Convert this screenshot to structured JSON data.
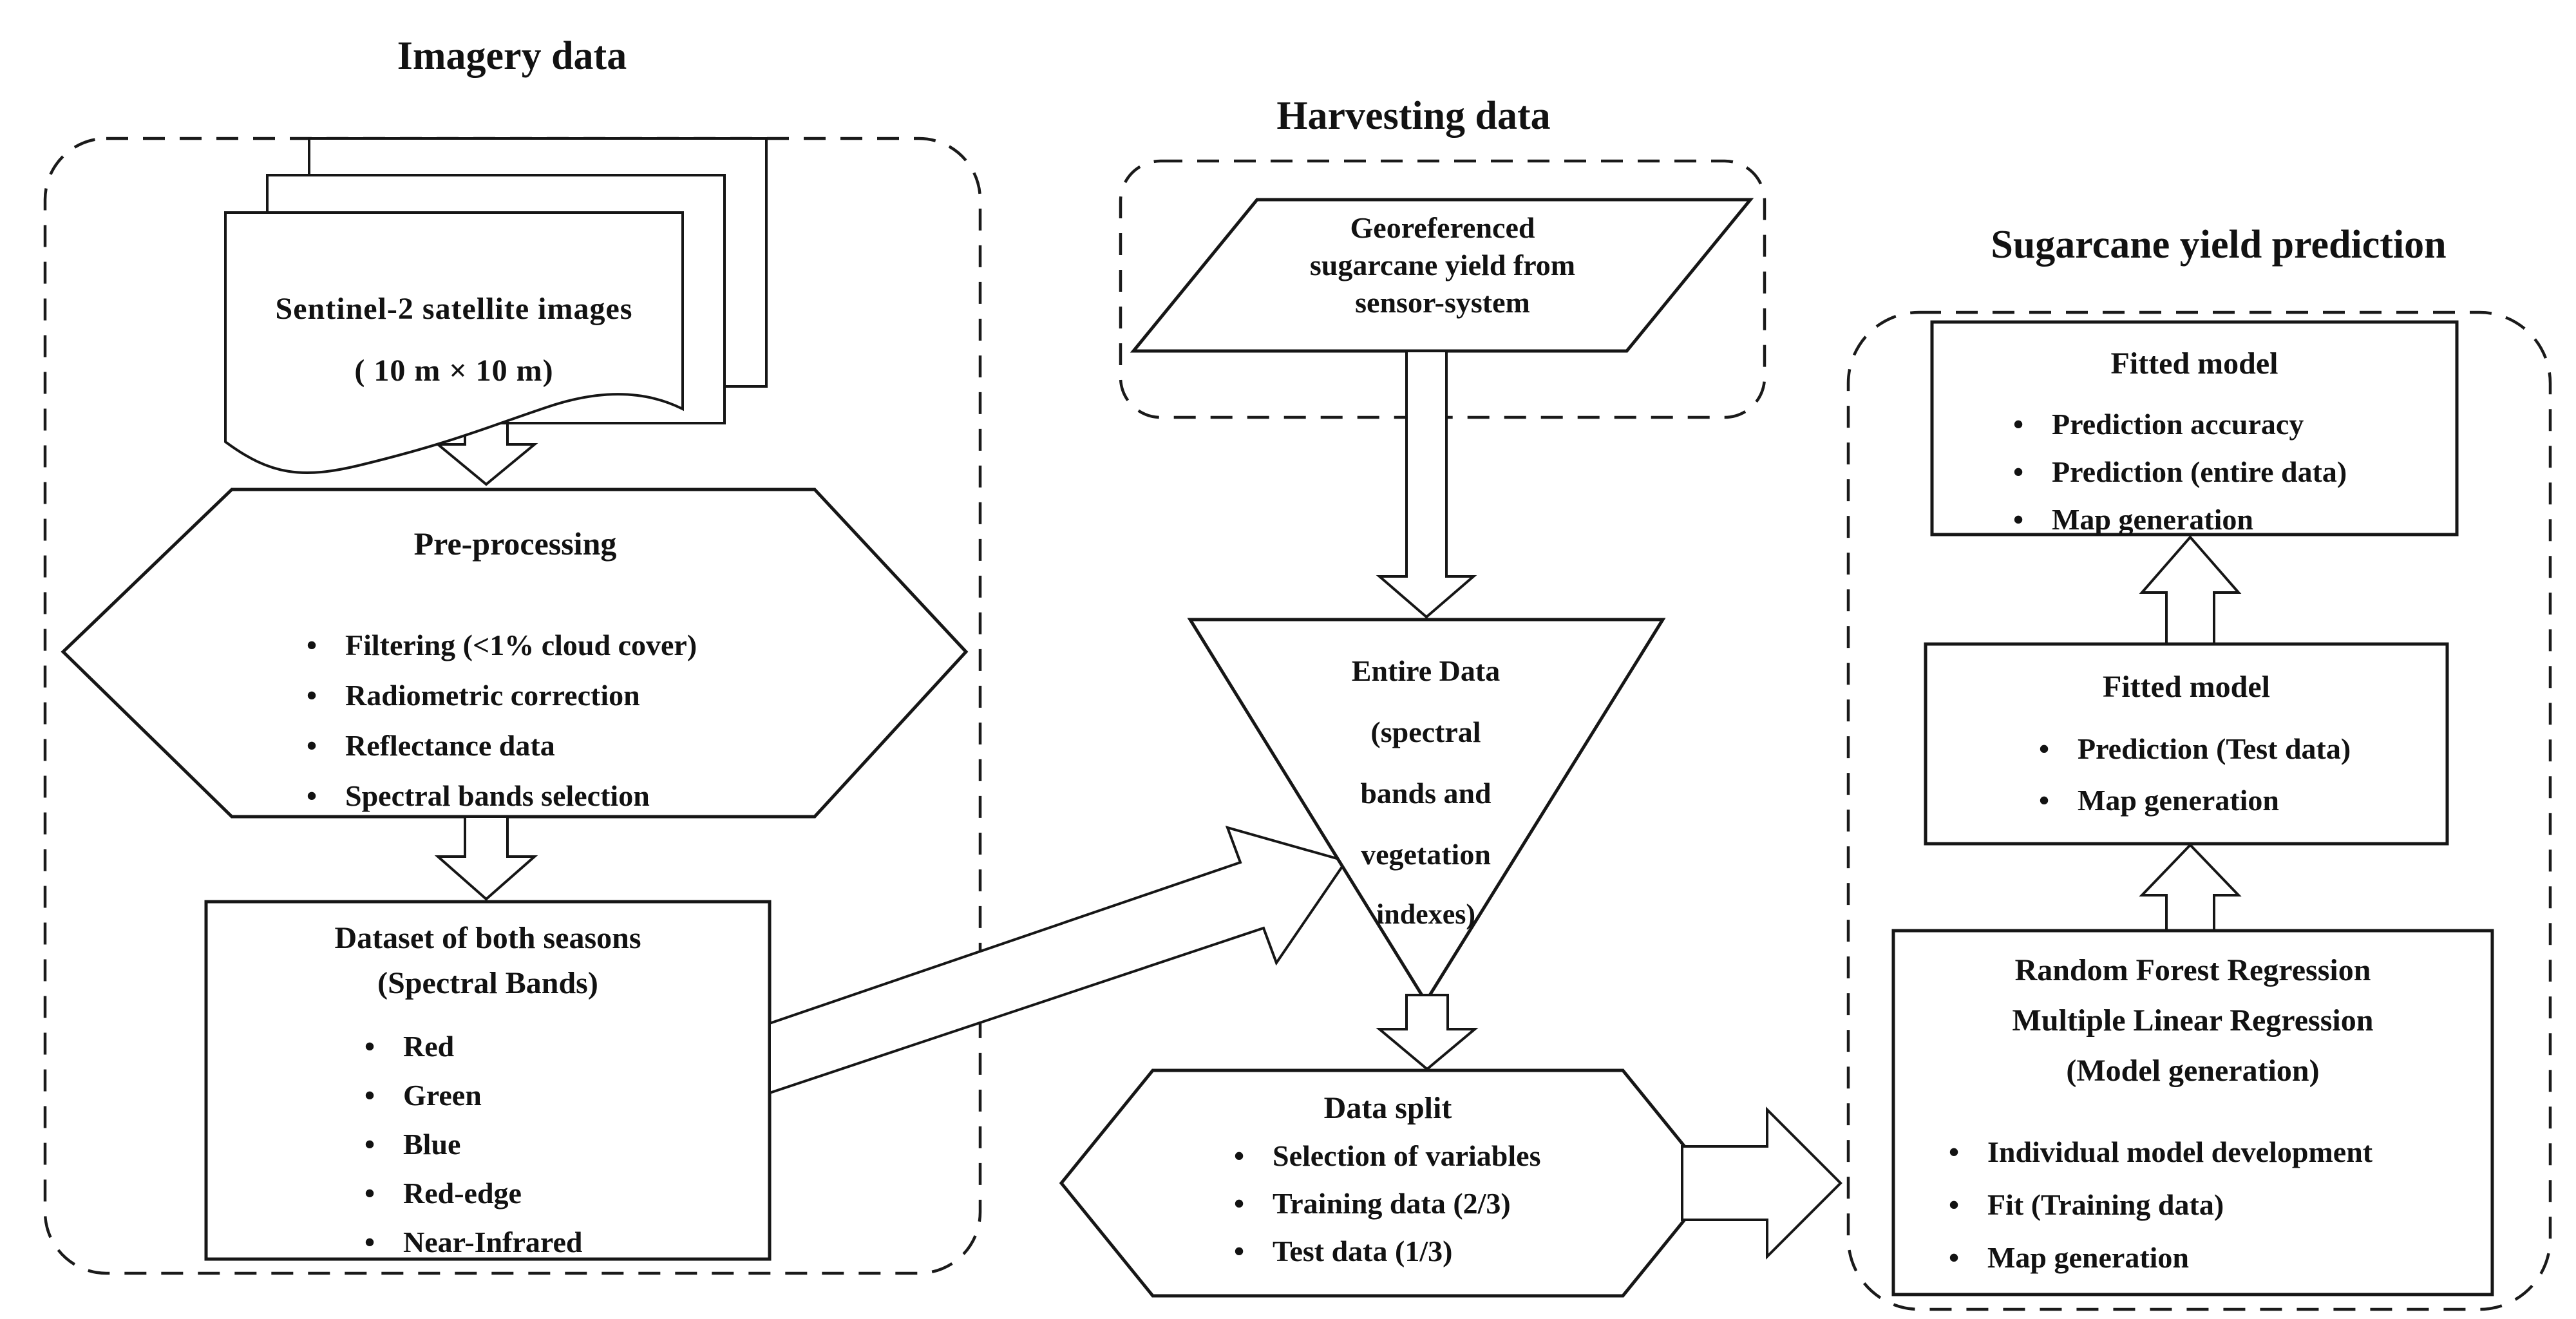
{
  "colors": {
    "ink": "#121212",
    "background": "#ffffff"
  },
  "sections": {
    "imagery_title": "Imagery data",
    "harvesting_title": "Harvesting data",
    "prediction_title": "Sugarcane yield prediction"
  },
  "satellite": {
    "line1": "Sentinel-2 satellite images",
    "line2": "( 10 m × 10 m)"
  },
  "preprocessing": {
    "title": "Pre-processing",
    "bullets": [
      "Filtering (<1% cloud cover)",
      "Radiometric correction",
      "Reflectance data",
      "Spectral bands selection"
    ]
  },
  "dataset": {
    "title": "Dataset of both seasons",
    "subtitle": "(Spectral Bands)",
    "bullets": [
      "Red",
      "Green",
      "Blue",
      "Red-edge",
      "Near-Infrared"
    ]
  },
  "harvest_io": {
    "line1": "Georeferenced",
    "line2": "sugarcane yield from",
    "line3": "sensor-system"
  },
  "entire_data": {
    "line1": "Entire Data",
    "line2": "(spectral",
    "line3": "bands and",
    "line4": "vegetation",
    "line5": "indexes)"
  },
  "data_split": {
    "title": "Data split",
    "bullets": [
      "Selection of variables",
      "Training data (2/3)",
      "Test data (1/3)"
    ]
  },
  "fitted_final": {
    "title": "Fitted model",
    "bullets": [
      "Prediction accuracy",
      "Prediction (entire data)",
      "Map generation"
    ]
  },
  "fitted_test": {
    "title": "Fitted model",
    "bullets": [
      "Prediction (Test data)",
      "Map generation"
    ]
  },
  "model_gen": {
    "line1": "Random Forest Regression",
    "line2": "Multiple Linear Regression",
    "line3": "(Model generation)",
    "bullets": [
      "Individual model development",
      "Fit (Training data)",
      "Map generation"
    ]
  }
}
